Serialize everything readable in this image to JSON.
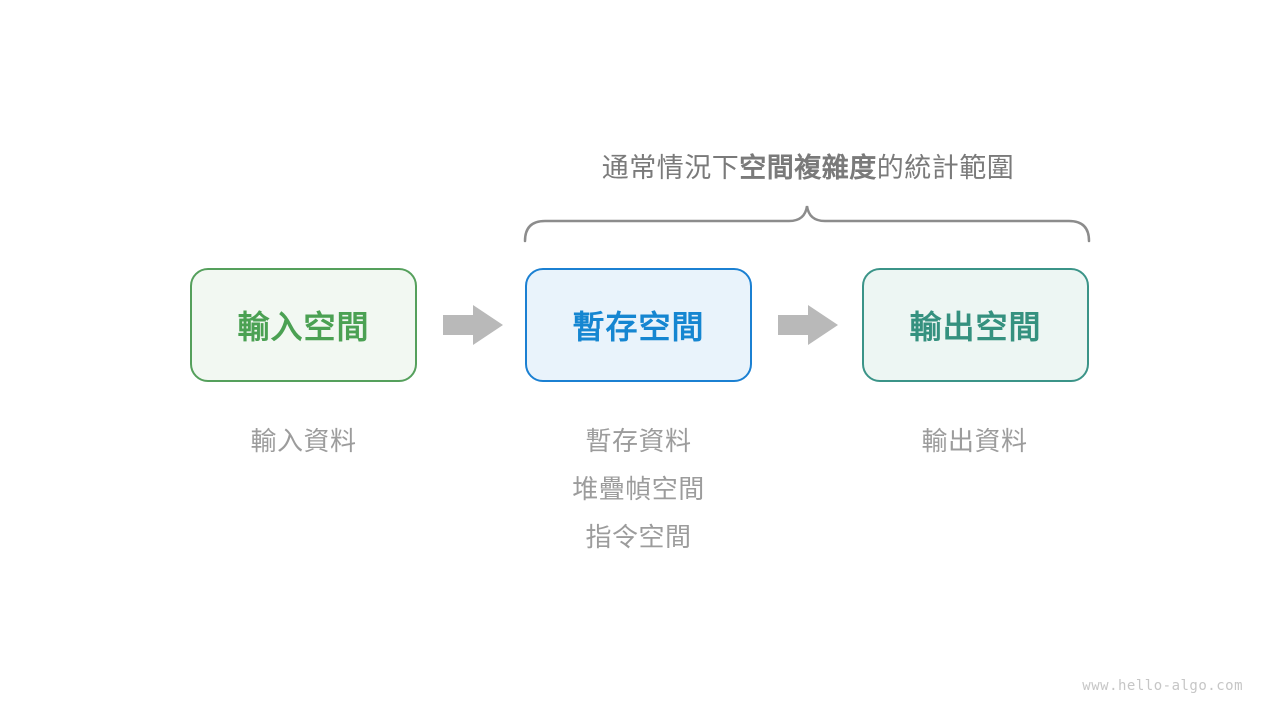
{
  "page": {
    "background": "#ffffff"
  },
  "annotation": {
    "title_prefix": "通常情況下",
    "title_bold": "空間複雜度",
    "title_suffix": "的統計範圍",
    "title_color": "#7a7a7a",
    "brace_color": "#8c8c8c"
  },
  "boxes": [
    {
      "label": "輸入空間",
      "text_color": "#4ba153",
      "border_color": "#55a05c",
      "bg_color": "#f2f8f2"
    },
    {
      "label": "暫存空間",
      "text_color": "#1586d1",
      "border_color": "#1b80d2",
      "bg_color": "#e9f3fb"
    },
    {
      "label": "輸出空間",
      "text_color": "#35917f",
      "border_color": "#3b9488",
      "bg_color": "#edf6f3"
    }
  ],
  "notes": {
    "input": [
      "輸入資料"
    ],
    "temp": [
      "暫存資料",
      "堆疊幀空間",
      "指令空間"
    ],
    "output": [
      "輸出資料"
    ],
    "text_color": "#9c9c9c"
  },
  "arrows": {
    "color": "#b9b9b9"
  },
  "watermark": {
    "text": "www.hello-algo.com",
    "color": "#c6c6c6"
  }
}
